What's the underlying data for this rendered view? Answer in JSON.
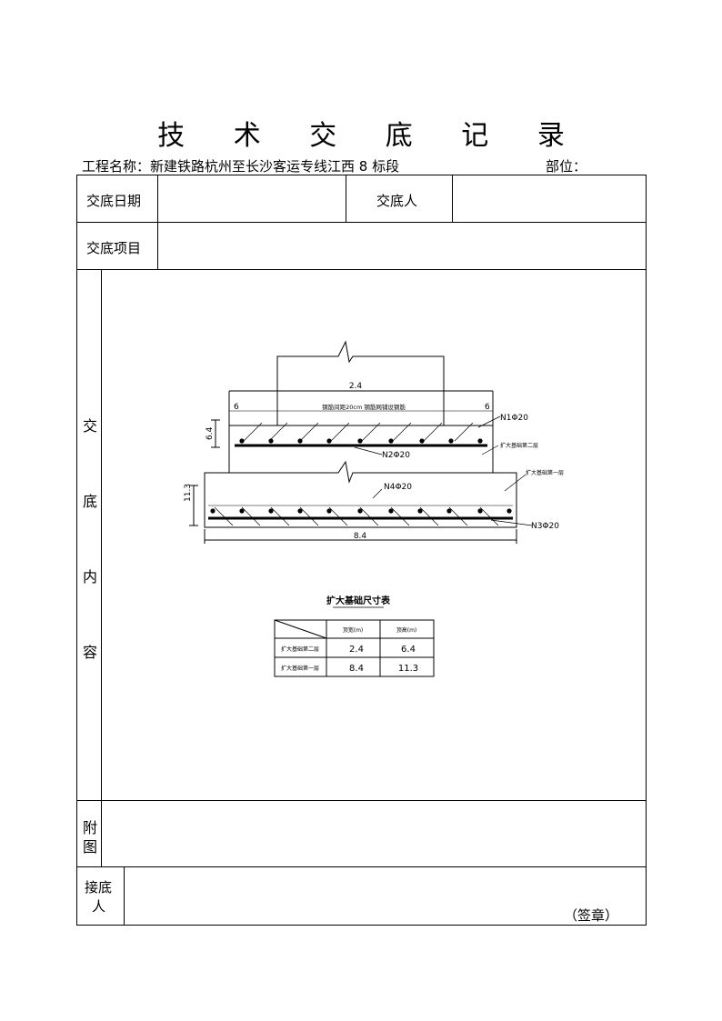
{
  "document": {
    "title": "技 术 交 底 记 录",
    "project_line": "工程名称：新建铁路杭州至长沙客运专线江西 8 标段",
    "dept_label": "部位："
  },
  "table": {
    "date_label": "交底日期",
    "person_label": "交底人",
    "item_label": "交底项目",
    "content_label": [
      "交",
      "底",
      "内",
      "容"
    ],
    "attach_label": [
      "附",
      "图"
    ],
    "receiver_label": [
      "接底",
      "人"
    ],
    "signature_label": "（签章）"
  },
  "drawing": {
    "top_width": "2.4",
    "bottom_width": "8.4",
    "edge_left": "6",
    "edge_right": "6",
    "top_height": "6.4",
    "bottom_height": "11.3",
    "spacing_note": "钢筋间距20cm 钢筋网铺设钢筋",
    "rebar_n1": "N1Φ20",
    "rebar_n2": "N2Φ20",
    "rebar_n3": "N3Φ20",
    "rebar_n4": "N4Φ20",
    "label_top_block": "扩大基础第二层",
    "label_bottom_block": "扩大基础第一层"
  },
  "size_table": {
    "caption": "扩大基础尺寸表",
    "col1": "顶宽(m)",
    "col2": "顶高(m)",
    "rows": [
      {
        "name": "扩大基础第二层",
        "width": "2.4",
        "height": "6.4"
      },
      {
        "name": "扩大基础第一层",
        "width": "8.4",
        "height": "11.3"
      }
    ]
  }
}
